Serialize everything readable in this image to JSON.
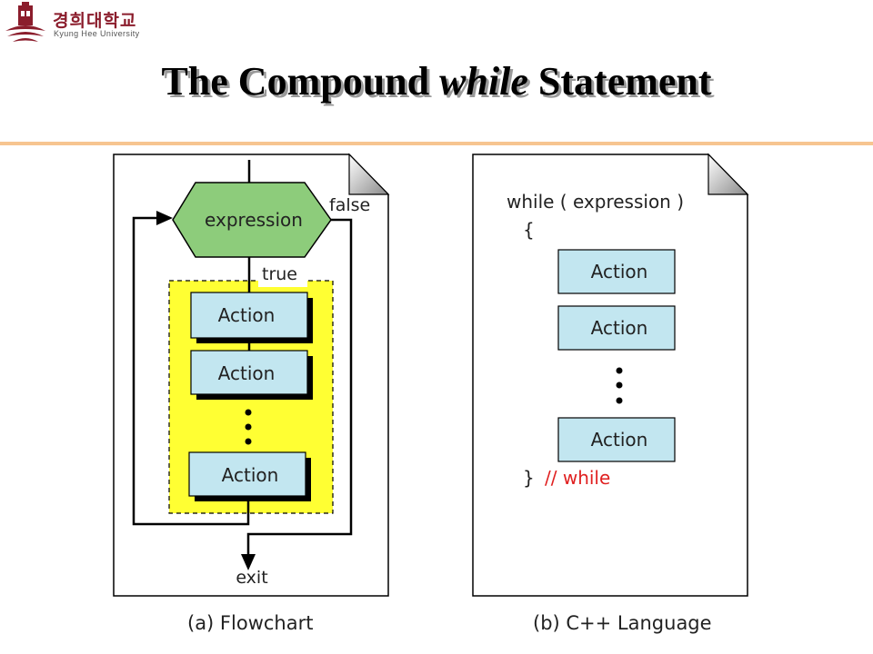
{
  "logo": {
    "name_korean": "경희대학교",
    "name_english": "Kyung Hee University"
  },
  "title": {
    "before": "The Compound ",
    "keyword": "while",
    "after": " Statement"
  },
  "flowchart": {
    "condition": "expression",
    "false_label": "false",
    "true_label": "true",
    "actions": [
      "Action",
      "Action",
      "Action"
    ],
    "exit_label": "exit",
    "caption": "(a) Flowchart"
  },
  "code": {
    "header": "while ( expression )",
    "open_brace": "{",
    "actions": [
      "Action",
      "Action",
      "Action"
    ],
    "close_brace": "}",
    "comment": "// while",
    "caption": "(b) C++ Language"
  },
  "colors": {
    "condition_fill": "#8dcc7b",
    "action_fill": "#c2e6f0",
    "loop_body_fill": "#ffff33",
    "comment_color": "#e02020",
    "rule_color": "#f7c590"
  }
}
